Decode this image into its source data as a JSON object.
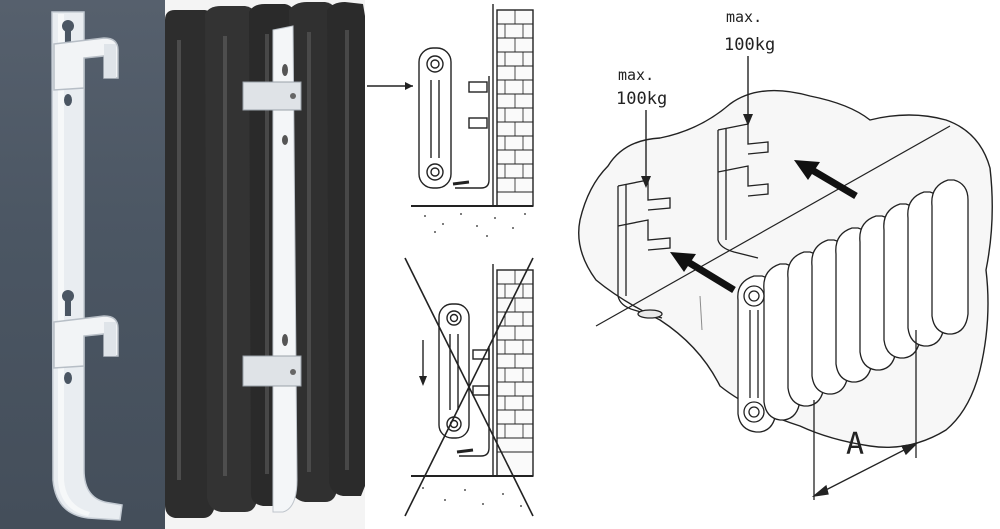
{
  "install_diagram": {
    "load_label_left_line1": "max.",
    "load_label_left_line2": "100kg",
    "load_label_right_line1": "max.",
    "load_label_right_line2": "100kg",
    "dimension_label": "A"
  },
  "colors": {
    "photo_background": "#4b5663",
    "bracket": "#e8ecf0",
    "radiator_dark": "#2a2a2a",
    "line_art": "#222222",
    "wall_area": "#f7f7f7"
  }
}
